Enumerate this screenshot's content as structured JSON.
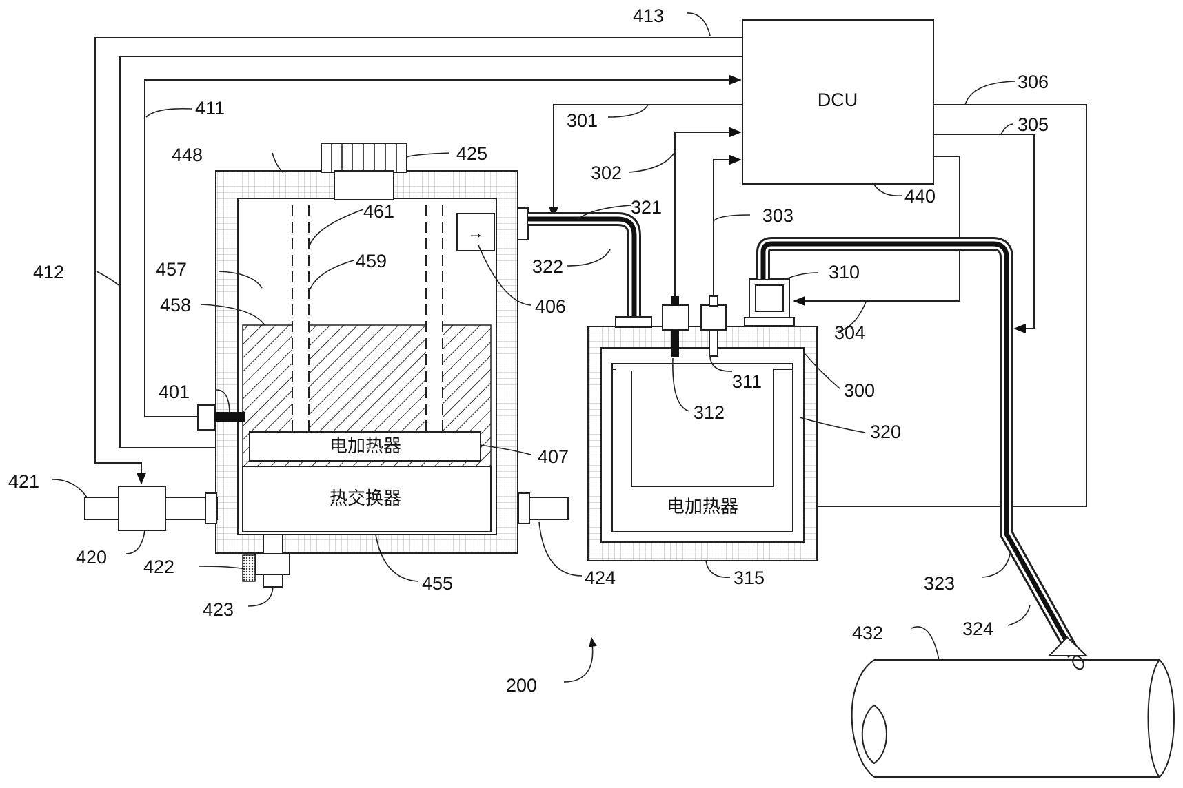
{
  "blocks": {
    "dcu": "DCU",
    "heater_tank": "电加热器",
    "heat_exchanger": "热交换器",
    "heater_pump": "电加热器"
  },
  "refs": {
    "r413": "413",
    "r306": "306",
    "r411": "411",
    "r301": "301",
    "r305": "305",
    "r448": "448",
    "r425": "425",
    "r302": "302",
    "r440": "440",
    "r461": "461",
    "r321": "321",
    "r303": "303",
    "r459": "459",
    "r322": "322",
    "r310": "310",
    "r412": "412",
    "r457": "457",
    "r406": "406",
    "r458": "458",
    "r304": "304",
    "r311": "311",
    "r401": "401",
    "r300": "300",
    "r312": "312",
    "r320": "320",
    "r407": "407",
    "r421": "421",
    "r420": "420",
    "r422": "422",
    "r424": "424",
    "r455": "455",
    "r315": "315",
    "r323": "323",
    "r423": "423",
    "r324": "324",
    "r432": "432",
    "r200": "200"
  },
  "colors": {
    "line": "#222222",
    "grid": "#b5b5b5",
    "hatch": "#333333"
  }
}
